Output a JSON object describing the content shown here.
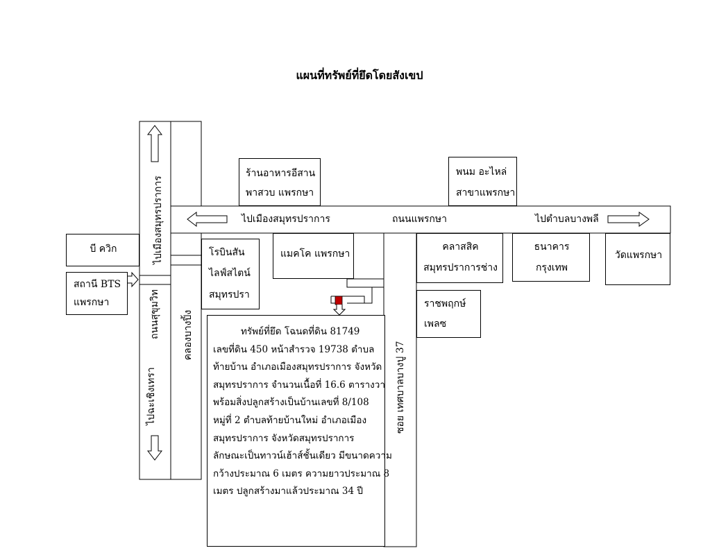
{
  "title": "แผนที่ทรัพย์ที่ยึดโดยสังเขป",
  "roads": {
    "phraeksa_road": "ถนนแพรกษา",
    "to_samut_prakan_city": "ไปเมืองสมุทรปราการ",
    "to_bang_phli": "ไปตำบลบางพลี",
    "to_samut_prakan_vertical": "ไปเมืองสมุทรปราการ",
    "sukhumvit_road": "ถนนสุขุมวิท",
    "to_chachoengsao": "ไปฉะเชิงเทรา",
    "khlong_bang_ping": "คลองบางปิ้ง",
    "soi_thetsaban_bang_pu": "ซอย เทศบาลบางปู 37"
  },
  "places": {
    "isan_restaurant": [
      "ร้านอาหารอีสาน",
      "พาสวบ แพรกษา"
    ],
    "phanom_spare_parts": [
      "พนม อะไหล่",
      "สาขาแพรกษา"
    ],
    "b_quik": "บี ควิก",
    "bts_station": [
      "สถานี BTS",
      "แพรกษา"
    ],
    "robinson": [
      "โรบินสัน",
      "ไลฟ์สไตน์",
      "สมุทรปรา"
    ],
    "makro": "แมคโค แพรกษา",
    "classic": [
      "คลาสสิค",
      "สมุทรปราการช่าง"
    ],
    "bank": [
      "ธนาคาร",
      "กรุงเทพ"
    ],
    "wat_phraeksa": "วัดแพรกษา",
    "ratchaphruek": [
      "ราชพฤกษ์",
      "เพลซ"
    ]
  },
  "property_description": [
    "ทรัพย์ที่ยึด โฉนดที่ดิน 81749",
    "เลขที่ดิน 450 หน้าสำรวจ 19738 ตำบล",
    "ท้ายบ้าน อำเภอเมืองสมุทรปราการ จังหวัด",
    "สมุทรปราการ จำนวนเนื้อที่ 16.6 ตารางวา",
    "พร้อมสิ่งปลูกสร้างเป็นบ้านเลขที่ 8/108",
    "หมู่ที่ 2 ตำบลท้ายบ้านใหม่ อำเภอเมือง",
    "สมุทรปราการ จังหวัดสมุทรปราการ",
    "ลักษณะเป็นทาวน์เฮ้าส์ชั้นเดียว มีขนาดความ",
    "กว้างประมาณ 6 เมตร ความยาวประมาณ 8",
    "เมตร ปลูกสร้างมาแล้วประมาณ 34 ปี"
  ],
  "colors": {
    "property_marker": "#c00000",
    "line": "#000000"
  }
}
